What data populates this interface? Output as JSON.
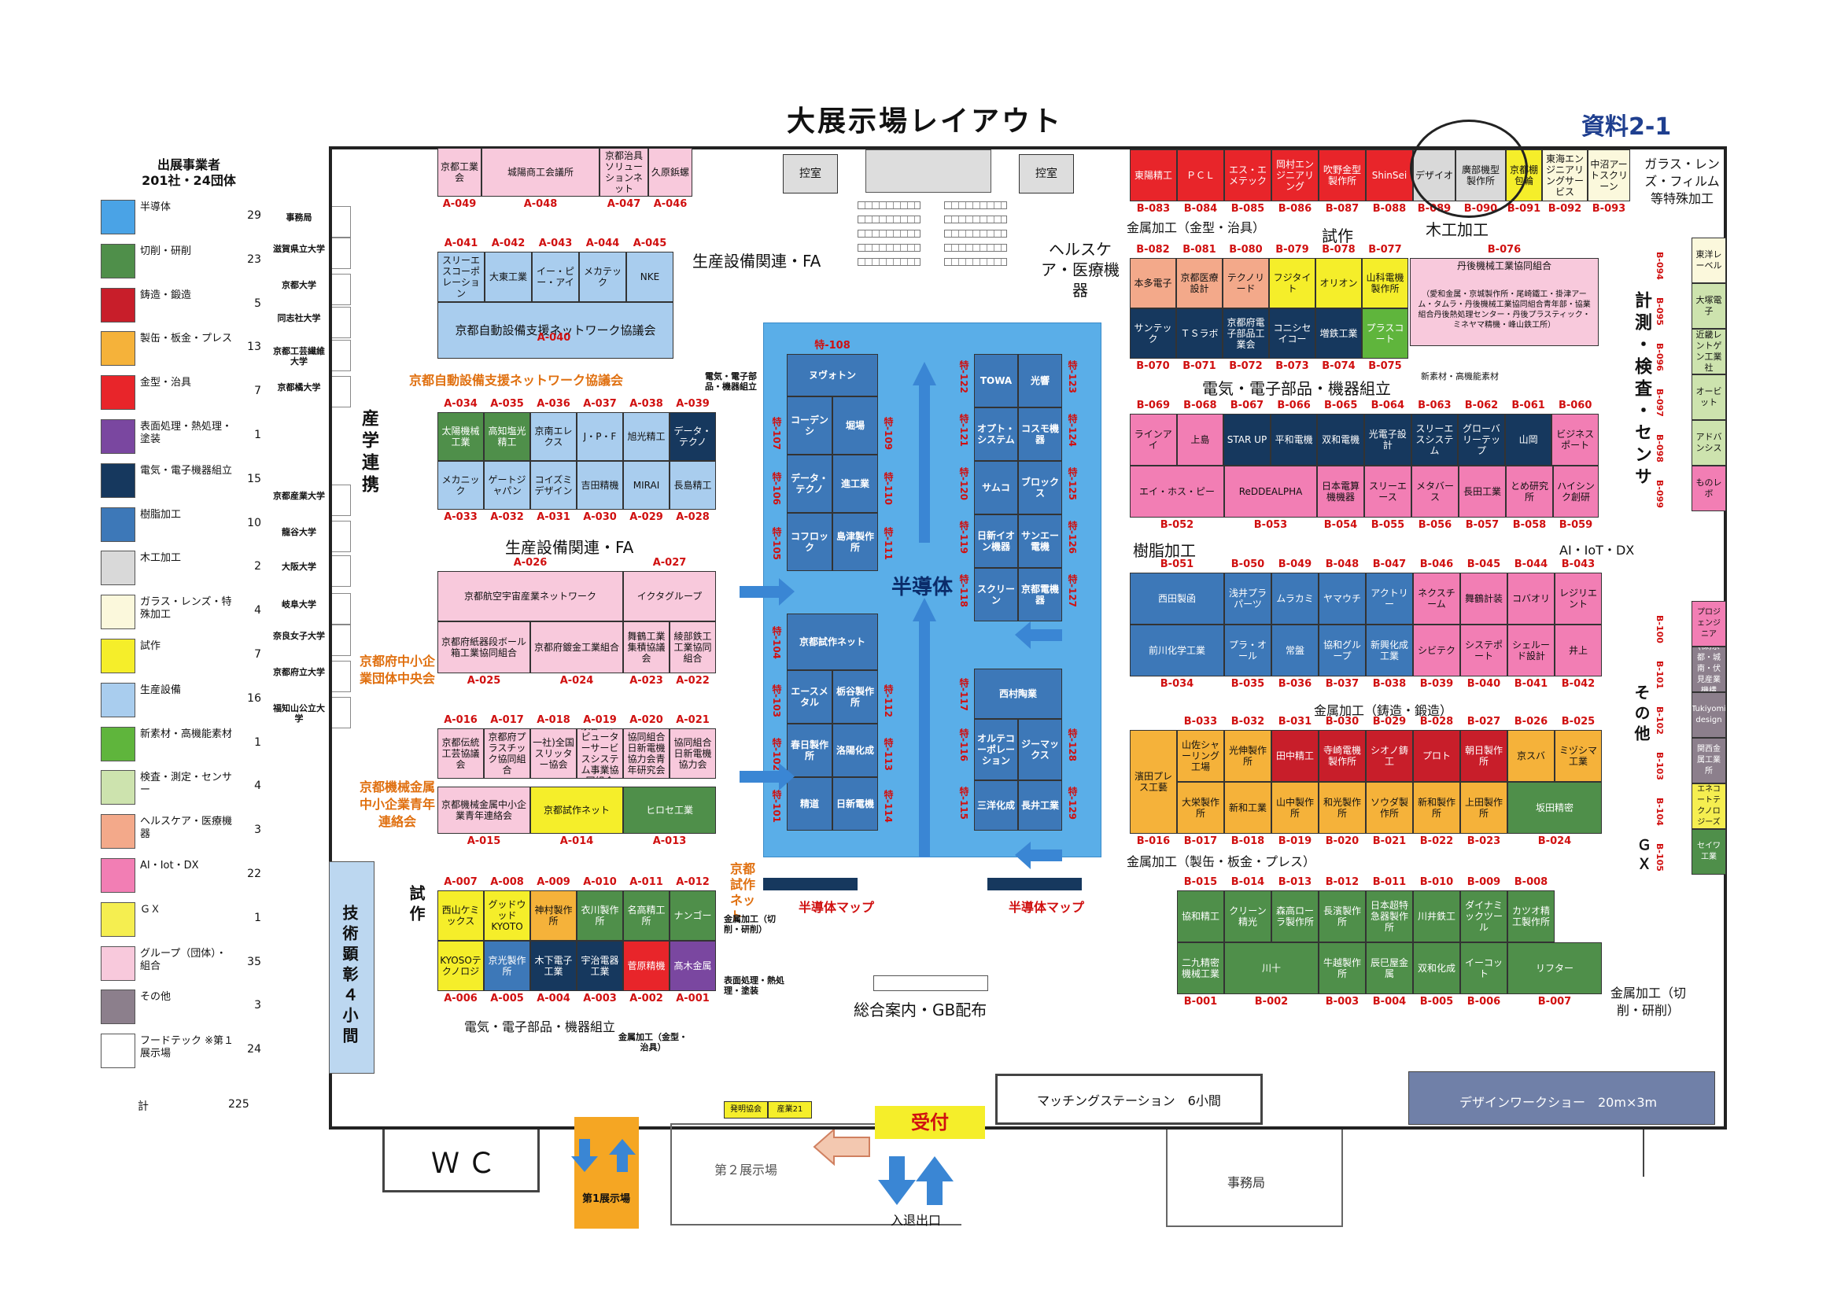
{
  "title": "大展示場レイアウト",
  "doc_no": "資料2-1",
  "legend": {
    "heading_1": "出展事業者",
    "heading_2": "201社・24団体",
    "items": [
      {
        "label": "半導体",
        "count": "29",
        "color": "#4aa3e6"
      },
      {
        "label": "切削・研削",
        "count": "23",
        "color": "#4f8f4a"
      },
      {
        "label": "鋳造・鍛造",
        "count": "5",
        "color": "#c81e2a"
      },
      {
        "label": "製缶・板金・プレス",
        "count": "13",
        "color": "#f5b23a"
      },
      {
        "label": "金型・治具",
        "count": "7",
        "color": "#e8252a"
      },
      {
        "label": "表面処理・熱処理・塗装",
        "count": "1",
        "color": "#7a47a0"
      },
      {
        "label": "電気・電子機器組立",
        "count": "15",
        "color": "#16385e"
      },
      {
        "label": "樹脂加工",
        "count": "10",
        "color": "#3d78b8"
      },
      {
        "label": "木工加工",
        "count": "2",
        "color": "#d9d9d9"
      },
      {
        "label": "ガラス・レンズ・特殊加工",
        "count": "4",
        "color": "#fbf8dc"
      },
      {
        "label": "試作",
        "count": "7",
        "color": "#f5ee2a"
      },
      {
        "label": "生産設備",
        "count": "16",
        "color": "#a9cdee"
      },
      {
        "label": "新素材・高機能素材",
        "count": "1",
        "color": "#5fb53c"
      },
      {
        "label": "検査・測定・センサー",
        "count": "4",
        "color": "#cde3ae"
      },
      {
        "label": "ヘルスケア・医療機器",
        "count": "3",
        "color": "#f3a98a"
      },
      {
        "label": "AI・Iot・DX",
        "count": "22",
        "color": "#f27eb4"
      },
      {
        "label": "ＧＸ",
        "count": "1",
        "color": "#f5ee50"
      },
      {
        "label": "グループ（団体）・組合",
        "count": "35",
        "color": "#f8c9dc"
      },
      {
        "label": "その他",
        "count": "3",
        "color": "#8c7f8c"
      },
      {
        "label": "フードテック ※第１展示場",
        "count": "24",
        "color": "#ffffff"
      }
    ],
    "total_label": "計",
    "total_value": "225"
  },
  "universities": [
    "事務局",
    "滋賀県立大学",
    "京都大学",
    "同志社大学",
    "京都工芸繊維大学",
    "京都橘大学",
    "京都産業大学",
    "龍谷大学",
    "大阪大学",
    "岐阜大学",
    "奈良女子大学",
    "京都府立大学",
    "福知山公立大学"
  ],
  "labels": {
    "sangaku": "産学連携",
    "gijutsu": "技術顕彰４小間",
    "seisan_fa_1": "生産設備関連・FA",
    "seisan_fa_2": "生産設備関連・FA",
    "kyoto_jido": "京都自動設備支援ネットワーク協議会",
    "denki_kumitate_small": "電気・電子部品・機器組立",
    "kyoto_fu": "京都府中小企業団体中央会",
    "kyoto_kikai": "京都機械金属中小企業青年連絡会",
    "shisaku_left": "試作",
    "kyoto_shisaku_net": "京都試作ネット",
    "kinzoku_setsu_small": "金属加工（切削・研削）",
    "hyomen_small": "表面処理・熱処理・塗装",
    "denki_bottom": "電気・電子部品・機器組立",
    "kinzoku_kanagata_bottom": "金属加工（金型・治具）",
    "handotai": "半導体",
    "handotai_map_1": "半導体マップ",
    "handotai_map_2": "半導体マップ",
    "sogo": "総合案内・GB配布",
    "health": "ヘルスケア・医療機器",
    "kinzoku_kanagata": "金属加工（金型・治具）",
    "shisaku_right": "試作",
    "mokko": "木工加工",
    "glass": "ガラス・レンズ・フィルム等特殊加工",
    "denki_kumitate": "電気・電子部品・機器組立",
    "shinsozai": "新素材・高機能素材",
    "keisoku": "計測・検査・センサ",
    "jushi": "樹脂加工",
    "ai_iot": "AI・IoT・DX",
    "kinzoku_chuzo": "金属加工（鋳造・鍛造）",
    "sonota": "その他",
    "kinzoku_seikan": "金属加工（製缶・板金・プレス）",
    "gx": "ＧＸ",
    "kinzoku_sessaku": "金属加工（切削・研削）",
    "hikae_1": "控室",
    "hikae_2": "控室",
    "matching": "マッチングステーション　6小間",
    "design": "デザインワークショー　20m×3m",
    "wc": "ＷＣ",
    "dai1": "第1展示場",
    "dai2": "第２展示場",
    "uketsuke": "受付",
    "nyutai": "入退出口",
    "jimukyoku": "事務局",
    "hatsumei": "発明協会",
    "sangyo21": "産業21"
  },
  "booths_top_left": [
    {
      "id": "A-049",
      "name": "京都工業会"
    },
    {
      "id": "A-048",
      "name": "城陽商工会議所"
    },
    {
      "id": "A-047",
      "name": "京都治具ソリューションネット"
    },
    {
      "id": "A-046",
      "name": "久原鋲螺"
    }
  ],
  "booths_a045_a041": [
    {
      "id": "A-045",
      "name": "NKE"
    },
    {
      "id": "A-044",
      "name": "メカテック"
    },
    {
      "id": "A-043",
      "name": "イー・ピー・アイ"
    },
    {
      "id": "A-042",
      "name": "大東工業"
    },
    {
      "id": "A-041",
      "name": "スリーエスコーポレーション"
    }
  ],
  "booth_a040": {
    "id": "A-040",
    "name": "京都自動設備支援ネットワーク協議会"
  },
  "booths_a034_a039": [
    {
      "id": "A-034",
      "name": "太陽機械工業"
    },
    {
      "id": "A-035",
      "name": "高知塩光精工"
    },
    {
      "id": "A-036",
      "name": "京南エレクス"
    },
    {
      "id": "A-037",
      "name": "J・P・F"
    },
    {
      "id": "A-038",
      "name": "旭光精工"
    },
    {
      "id": "A-039",
      "name": "データ・テクノ"
    }
  ],
  "booths_a033_a028": [
    {
      "id": "A-033",
      "name": "メカニック"
    },
    {
      "id": "A-032",
      "name": "ゲートジャパン"
    },
    {
      "id": "A-031",
      "name": "コイズミデザイン"
    },
    {
      "id": "A-030",
      "name": "吉田精機"
    },
    {
      "id": "A-029",
      "name": "MIRAI"
    },
    {
      "id": "A-028",
      "name": "長島精工"
    }
  ],
  "booths_group_a": [
    {
      "id": "A-026",
      "name": "京都航空宇宙産業ネットワーク"
    },
    {
      "id": "A-027",
      "name": "イクタグループ"
    },
    {
      "id": "A-025",
      "name": "京都府紙器段ボール箱工業協同組合"
    },
    {
      "id": "A-024",
      "name": "京都府鍍金工業組合"
    },
    {
      "id": "A-023",
      "name": "舞鶴工業集積協議会"
    },
    {
      "id": "A-022",
      "name": "綾部鉄工工業協同組合"
    }
  ],
  "booths_a016_a021": [
    {
      "id": "A-016",
      "name": "京都伝統工芸協議会"
    },
    {
      "id": "A-017",
      "name": "京都府プラスチック協同組合"
    },
    {
      "id": "A-018",
      "name": "一社)全国スリッター協会"
    },
    {
      "id": "A-019",
      "name": "京都コンピューターサービスシステム事業協同組合"
    },
    {
      "id": "A-020",
      "name": "協同組合日新電機協力会青年研究会"
    },
    {
      "id": "A-021",
      "name": "協同組合日新電機協力会"
    }
  ],
  "booths_a015_a013": [
    {
      "id": "A-015",
      "name": "京都機械金属中小企業青年連絡会"
    },
    {
      "id": "A-014",
      "name": "京都試作ネット"
    },
    {
      "id": "A-013",
      "name": "ヒロセ工業"
    }
  ],
  "booths_a007_a012": [
    {
      "id": "A-007",
      "name": "西山ケミックス"
    },
    {
      "id": "A-008",
      "name": "グッドウッドKYOTO"
    },
    {
      "id": "A-009",
      "name": "神村製作所"
    },
    {
      "id": "A-010",
      "name": "衣川製作所"
    },
    {
      "id": "A-011",
      "name": "名高精工所"
    },
    {
      "id": "A-012",
      "name": "ナンゴー"
    }
  ],
  "booths_a006_a001": [
    {
      "id": "A-006",
      "name": "KYOSOテクノロジ"
    },
    {
      "id": "A-005",
      "name": "京光製作所"
    },
    {
      "id": "A-004",
      "name": "木下電子工業"
    },
    {
      "id": "A-003",
      "name": "宇治電器工業"
    },
    {
      "id": "A-002",
      "name": "菅原精機"
    },
    {
      "id": "A-001",
      "name": "髙木金属"
    }
  ],
  "semi_left_col": [
    {
      "id": "特-108",
      "name": "ヌヴォトン"
    },
    {
      "id": "特-107",
      "name": "コーデンシ"
    },
    {
      "id": "特-109",
      "name": "堀場"
    },
    {
      "id": "特-106",
      "name": "データ・テクノ"
    },
    {
      "id": "特-110",
      "name": "進工業"
    },
    {
      "id": "特-105",
      "name": "コフロック"
    },
    {
      "id": "特-111",
      "name": "島津製作所"
    }
  ],
  "semi_left_col2": [
    {
      "id": "特-104",
      "name": "京都試作ネット"
    },
    {
      "id": "特-103",
      "name": "エースメタル"
    },
    {
      "id": "特-112",
      "name": "栃谷製作所"
    },
    {
      "id": "特-102",
      "name": "春日製作所"
    },
    {
      "id": "特-113",
      "name": "洛陽化成"
    },
    {
      "id": "特-101",
      "name": "精道"
    },
    {
      "id": "特-114",
      "name": "日新電機"
    }
  ],
  "semi_right_col": [
    {
      "id": "特-122",
      "name": "TOWA"
    },
    {
      "id": "特-123",
      "name": "光響"
    },
    {
      "id": "特-121",
      "name": "オプト・システム"
    },
    {
      "id": "特-124",
      "name": "コスモ機器"
    },
    {
      "id": "特-120",
      "name": "サムコ"
    },
    {
      "id": "特-125",
      "name": "ブロックス"
    },
    {
      "id": "特-119",
      "name": "日新イオン機器"
    },
    {
      "id": "特-126",
      "name": "サンエー電機"
    },
    {
      "id": "特-118",
      "name": "スクリーン"
    },
    {
      "id": "特-127",
      "name": "京都電機器"
    }
  ],
  "semi_right_col2": [
    {
      "id": "特-117",
      "name": "西村陶業"
    },
    {
      "id": "特-116",
      "name": "オルテコーポレーション"
    },
    {
      "id": "特-128",
      "name": "ジーマックス"
    },
    {
      "id": "特-115",
      "name": "三洋化成"
    },
    {
      "id": "特-129",
      "name": "長井工業"
    }
  ],
  "booths_b083_b093": [
    {
      "id": "B-083",
      "name": "東陽精工"
    },
    {
      "id": "B-084",
      "name": "ＰＣＬ"
    },
    {
      "id": "B-085",
      "name": "エス・エメテック"
    },
    {
      "id": "B-086",
      "name": "岡村エンジニアリング"
    },
    {
      "id": "B-087",
      "name": "吹野金型製作所"
    },
    {
      "id": "B-088",
      "name": "ShinSei"
    },
    {
      "id": "B-089",
      "name": "デザイオ"
    },
    {
      "id": "B-090",
      "name": "廣部機型製作所"
    },
    {
      "id": "B-091",
      "name": "京都棚包輪"
    },
    {
      "id": "B-092",
      "name": "東海エンジニアリングサービス"
    },
    {
      "id": "B-093",
      "name": "中沼アートスクリーン"
    }
  ],
  "booths_b082_b077": [
    {
      "id": "B-082",
      "name": "本多電子"
    },
    {
      "id": "B-081",
      "name": "京都医療設計"
    },
    {
      "id": "B-080",
      "name": "テクノリード"
    },
    {
      "id": "B-079",
      "name": "フジタイト"
    },
    {
      "id": "B-078",
      "name": "オリオン"
    },
    {
      "id": "B-077",
      "name": "山科電機製作所"
    }
  ],
  "booth_b076": {
    "id": "B-076",
    "name": "丹後機械工業協同組合"
  },
  "booth_b076_members": "（愛和金属・京城製作所・尾崎鐵工・掛津アーム・タムラ・丹後機械工業協同組合青年部・協業組合丹後熱処理センター・丹後プラスティック・ミネヤマ精機・峰山鉄工所）",
  "booths_b070_b075": [
    {
      "id": "B-070",
      "name": "サンテック"
    },
    {
      "id": "B-071",
      "name": "ＴＳラボ"
    },
    {
      "id": "B-072",
      "name": "京都府電子部品工業会"
    },
    {
      "id": "B-073",
      "name": "コニシセイコー"
    },
    {
      "id": "B-074",
      "name": "増鉄工業"
    },
    {
      "id": "B-075",
      "name": "プラスコート"
    }
  ],
  "booths_b069_b060": [
    {
      "id": "B-069",
      "name": "ラインアイ"
    },
    {
      "id": "B-068",
      "name": "上島"
    },
    {
      "id": "B-067",
      "name": "STAR UP"
    },
    {
      "id": "B-066",
      "name": "平和電機"
    },
    {
      "id": "B-065",
      "name": "双和電機"
    },
    {
      "id": "B-064",
      "name": "光電子設計"
    },
    {
      "id": "B-063",
      "name": "スリーエスシステム"
    },
    {
      "id": "B-062",
      "name": "グローバリーテップ"
    },
    {
      "id": "B-061",
      "name": "山岡"
    },
    {
      "id": "B-060",
      "name": "ビジネスポート"
    }
  ],
  "booths_b052_b059": [
    {
      "id": "B-052",
      "name": "エイ・ホス・ピー"
    },
    {
      "id": "B-053",
      "name": "ReDDEALPHA"
    },
    {
      "id": "B-054",
      "name": "日本電算機機器"
    },
    {
      "id": "B-055",
      "name": "スリーエース"
    },
    {
      "id": "B-056",
      "name": "メタバース"
    },
    {
      "id": "B-057",
      "name": "長田工業"
    },
    {
      "id": "B-058",
      "name": "とめ研究所"
    },
    {
      "id": "B-059",
      "name": "ハイシンク創研"
    }
  ],
  "booths_b051_b043": [
    {
      "id": "B-051",
      "name": "西田製函"
    },
    {
      "id": "B-050",
      "name": "浅井プラパーツ"
    },
    {
      "id": "B-049",
      "name": "ムラカミ"
    },
    {
      "id": "B-048",
      "name": "ヤマウチ"
    },
    {
      "id": "B-047",
      "name": "アクトリー"
    },
    {
      "id": "B-046",
      "name": "ネクスチーム"
    },
    {
      "id": "B-045",
      "name": "舞鶴計装"
    },
    {
      "id": "B-044",
      "name": "コバオリ"
    },
    {
      "id": "B-043",
      "name": "レジリエント"
    }
  ],
  "booths_b034_b042": [
    {
      "id": "B-034",
      "name": "前川化学工業"
    },
    {
      "id": "B-035",
      "name": "プラ・オール"
    },
    {
      "id": "B-036",
      "name": "常盤"
    },
    {
      "id": "B-037",
      "name": "協和グループ"
    },
    {
      "id": "B-038",
      "name": "新興化成工業"
    },
    {
      "id": "B-039",
      "name": "シビテク"
    },
    {
      "id": "B-040",
      "name": "システポート"
    },
    {
      "id": "B-041",
      "name": "シェルード設計"
    },
    {
      "id": "B-042",
      "name": "井上"
    }
  ],
  "booths_b033_b025": [
    {
      "id": "B-033",
      "name": "山佐シャーリング工場"
    },
    {
      "id": "B-032",
      "name": "光伸製作所"
    },
    {
      "id": "B-031",
      "name": "田中精工"
    },
    {
      "id": "B-030",
      "name": "寺崎電機製作所"
    },
    {
      "id": "B-029",
      "name": "シオノ鋳工"
    },
    {
      "id": "B-028",
      "name": "プロト"
    },
    {
      "id": "B-027",
      "name": "朝日製作所"
    },
    {
      "id": "B-026",
      "name": "京スバ"
    },
    {
      "id": "B-025",
      "name": "ミヅシマ工業"
    }
  ],
  "booths_b016_b024": [
    {
      "id": "B-016",
      "name": "濱田プレス工藝"
    },
    {
      "id": "B-017",
      "name": "大栄製作所"
    },
    {
      "id": "B-018",
      "name": "新和工業"
    },
    {
      "id": "B-019",
      "name": "山中製作所"
    },
    {
      "id": "B-020",
      "name": "和光製作所"
    },
    {
      "id": "B-021",
      "name": "ソウダ製作所"
    },
    {
      "id": "B-022",
      "name": "新和製作所"
    },
    {
      "id": "B-023",
      "name": "上田製作所"
    },
    {
      "id": "B-024",
      "name": "坂田精密"
    }
  ],
  "booths_b015_b008": [
    {
      "id": "B-015",
      "name": "協和精工"
    },
    {
      "id": "B-014",
      "name": "クリーン精光"
    },
    {
      "id": "B-013",
      "name": "森高ローラ製作所"
    },
    {
      "id": "B-012",
      "name": "長濱製作所"
    },
    {
      "id": "B-011",
      "name": "日本超特急器製作所"
    },
    {
      "id": "B-010",
      "name": "川井鉄工"
    },
    {
      "id": "B-009",
      "name": "ダイナミックツール"
    },
    {
      "id": "B-008",
      "name": "カツオ精工製作所"
    }
  ],
  "booths_b001_b007": [
    {
      "id": "B-001",
      "name": "二九精密機械工業"
    },
    {
      "id": "B-002",
      "name": "川十"
    },
    {
      "id": "B-003",
      "name": "牛越製作所"
    },
    {
      "id": "B-004",
      "name": "辰巳屋金属"
    },
    {
      "id": "B-005",
      "name": "双和化成"
    },
    {
      "id": "B-006",
      "name": "イーコット"
    },
    {
      "id": "B-007",
      "name": "リフター"
    }
  ],
  "booths_b094_b099": [
    {
      "id": "B-094",
      "name": "東洋レーベル"
    },
    {
      "id": "B-095",
      "name": "大塚電子"
    },
    {
      "id": "B-096",
      "name": "近畿レントゲン工業社"
    },
    {
      "id": "B-097",
      "name": "オービット"
    },
    {
      "id": "B-098",
      "name": "アドバンシス"
    },
    {
      "id": "B-099",
      "name": "ものレボ"
    }
  ],
  "booths_b100_b105": [
    {
      "id": "B-100",
      "name": "プロジェンジニア"
    },
    {
      "id": "B-101",
      "name": "(株)京都・城南・伏見産業機構"
    },
    {
      "id": "B-102",
      "name": "Tukiyomi design"
    },
    {
      "id": "B-103",
      "name": "関西金属工業所"
    },
    {
      "id": "B-104",
      "name": "エネコートテクノロジーズ"
    },
    {
      "id": "B-105",
      "name": "セイワ工業"
    }
  ]
}
